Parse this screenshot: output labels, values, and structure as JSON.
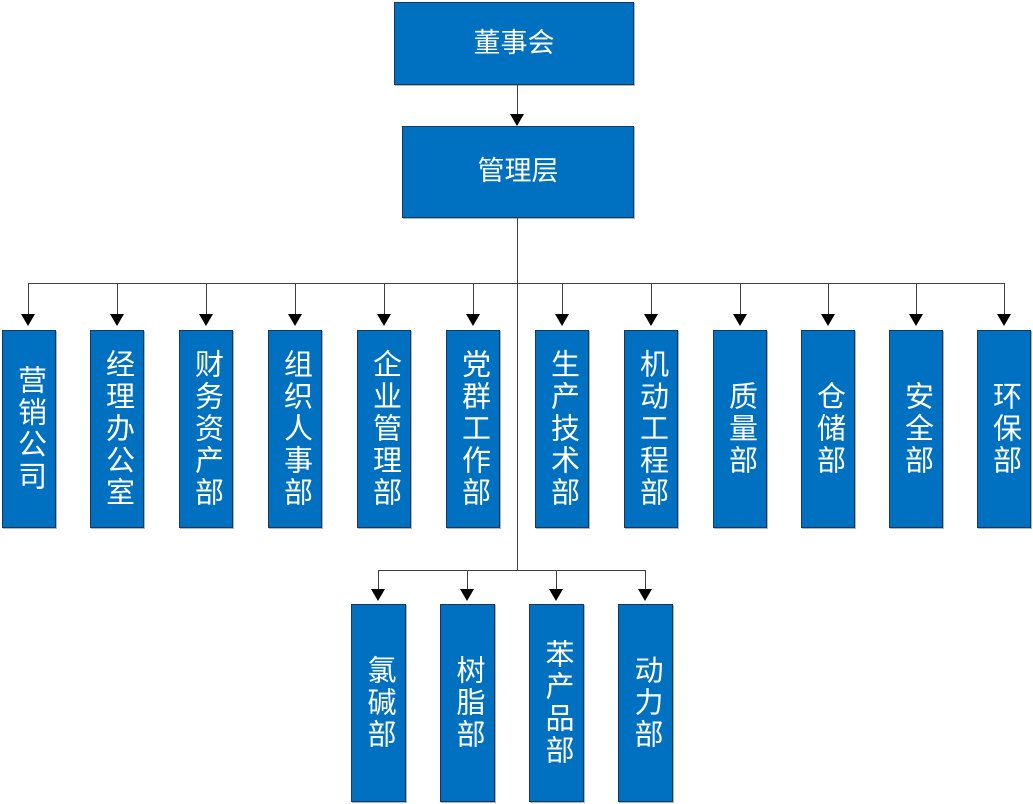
{
  "chart": {
    "type": "org-chart",
    "title_text": "",
    "colors": {
      "node_fill": "#0070C0",
      "node_border": "#17375E",
      "node_text": "#FFFFFF",
      "connector": "#3F3F3F",
      "arrow": "#000000",
      "background": "#FFFFFF"
    },
    "levels": [
      {
        "level": 1,
        "nodes": [
          {
            "id": "board",
            "label": "董事会"
          }
        ]
      },
      {
        "level": 2,
        "nodes": [
          {
            "id": "management",
            "label": "管理层"
          }
        ]
      },
      {
        "level": 3,
        "group": "departments",
        "nodes": [
          {
            "id": "dept-1",
            "label": "营销公司"
          },
          {
            "id": "dept-2",
            "label": "经理办公室"
          },
          {
            "id": "dept-3",
            "label": "财务资产部"
          },
          {
            "id": "dept-4",
            "label": "组织人事部"
          },
          {
            "id": "dept-5",
            "label": "企业管理部"
          },
          {
            "id": "dept-6",
            "label": "党群工作部"
          },
          {
            "id": "dept-7",
            "label": "生产技术部"
          },
          {
            "id": "dept-8",
            "label": "机动工程部"
          },
          {
            "id": "dept-9",
            "label": "质量部"
          },
          {
            "id": "dept-10",
            "label": "仓储部"
          },
          {
            "id": "dept-11",
            "label": "安全部"
          },
          {
            "id": "dept-12",
            "label": "环保部"
          }
        ]
      },
      {
        "level": 4,
        "group": "production-units",
        "nodes": [
          {
            "id": "unit-1",
            "label": "氯碱部"
          },
          {
            "id": "unit-2",
            "label": "树脂部"
          },
          {
            "id": "unit-3",
            "label": "苯产品部"
          },
          {
            "id": "unit-4",
            "label": "动力部"
          }
        ]
      }
    ],
    "edges": [
      {
        "from": "board",
        "to": "management"
      },
      {
        "from": "management",
        "to": "departments-bus"
      },
      {
        "from": "management",
        "to": "production-units-bus"
      }
    ]
  }
}
